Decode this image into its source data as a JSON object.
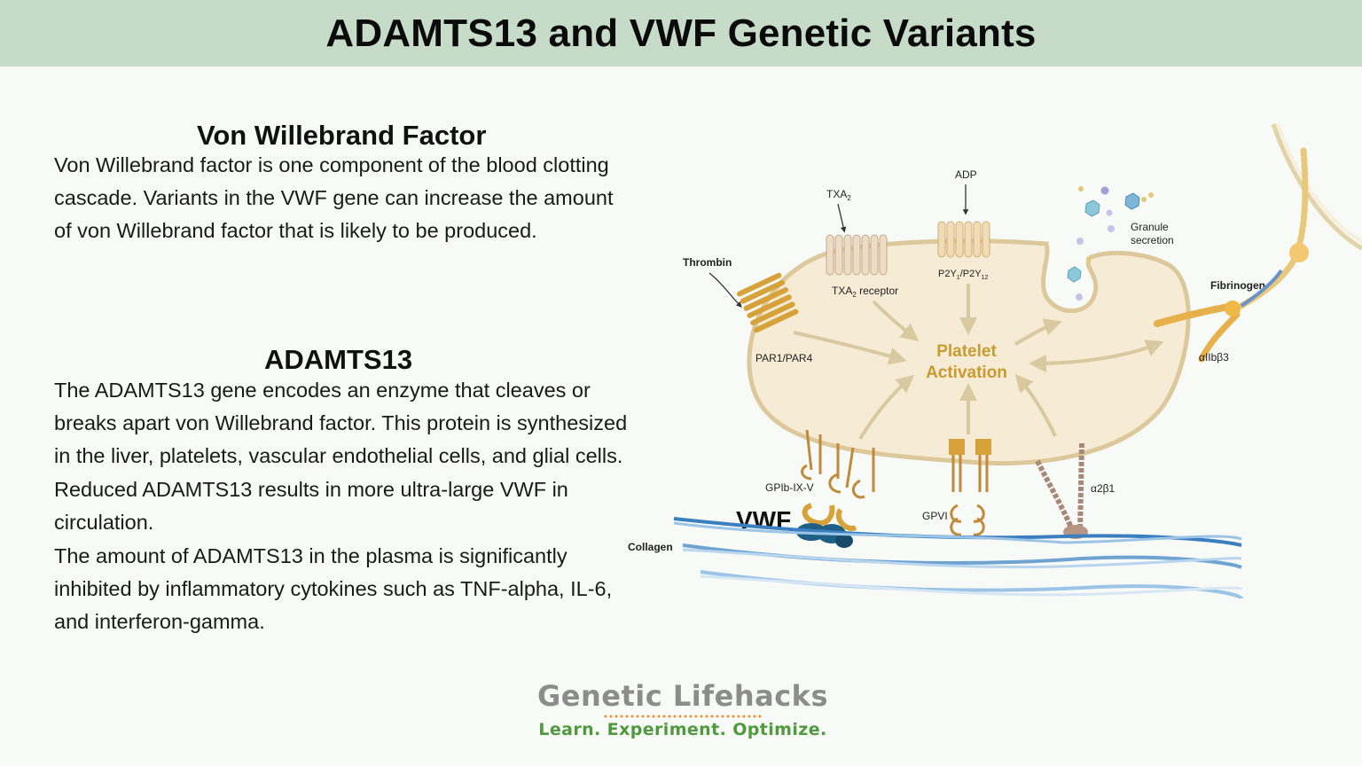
{
  "title": "ADAMTS13 and VWF Genetic Variants",
  "sections": [
    {
      "heading": "Von Willebrand Factor",
      "text": "Von Willebrand factor is one component of the blood clotting cascade. Variants in the VWF gene can increase the amount of von Willebrand factor that is likely to be produced."
    },
    {
      "heading": "ADAMTS13",
      "text": "The ADAMTS13 gene encodes an enzyme that cleaves or breaks apart von Willebrand factor. This protein is synthesized in the liver, platelets, vascular endothelial cells, and glial cells. Reduced ADAMTS13 results in more ultra-large VWF in circulation.",
      "text2": "The amount of ADAMTS13 in the plasma is significantly inhibited by inflammatory cytokines such as TNF-alpha, IL-6, and interferon-gamma."
    }
  ],
  "diagram": {
    "center_label_line1": "Platelet",
    "center_label_line2": "Activation",
    "labels": {
      "thrombin": "Thrombin",
      "par": "PAR1/PAR4",
      "txa2": "TXA",
      "txa2_sub": "2",
      "txa2_receptor": "TXA",
      "txa2_receptor_sub": "2",
      "txa2_receptor_rest": " receptor",
      "adp": "ADP",
      "p2y_a": "P2Y",
      "p2y_sub1": "1",
      "p2y_b": "/P2Y",
      "p2y_sub2": "12",
      "granule_line1": "Granule",
      "granule_line2": "secretion",
      "fibrinogen": "Fibrinogen",
      "integrin_iib": "αIIbβ3",
      "gpib": "GPIb-IX-V",
      "vwf": "VWF",
      "gpvi": "GPVI",
      "a2b1": "α2β1",
      "collagen": "Collagen"
    },
    "colors": {
      "platelet_fill": "#f6ecd5",
      "platelet_border": "#dcc89a",
      "activation_text": "#c89a30",
      "arrow": "#d8c9a0",
      "receptor_gold": "#d8a23a",
      "collagen_blue": "#3a7fbf",
      "vwf_teal": "#1f5f86"
    }
  },
  "logo": {
    "name": "Genetic Lifehacks",
    "tagline": "Learn. Experiment. Optimize."
  }
}
